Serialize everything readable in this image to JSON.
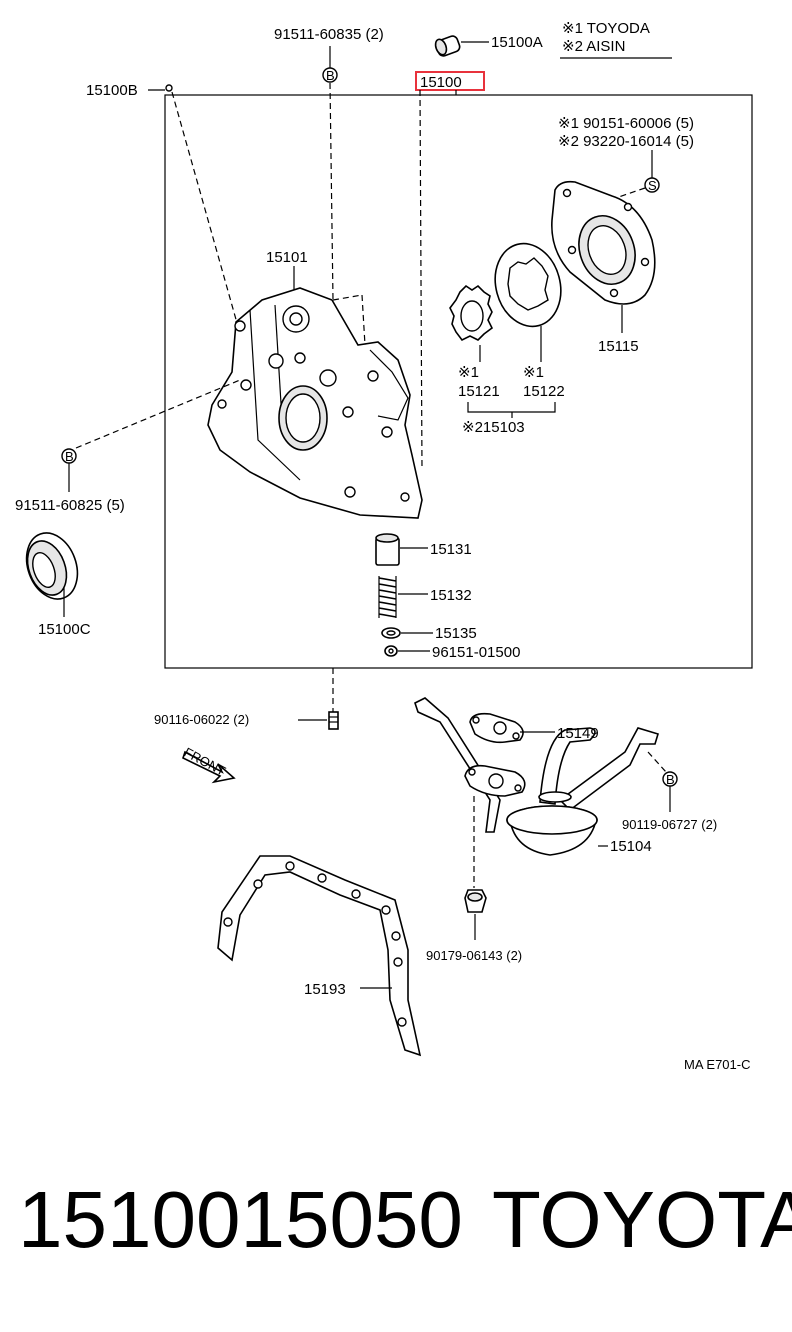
{
  "legend": {
    "line1": "※1 TOYODA",
    "line2": "※2 AISIN"
  },
  "labels": {
    "bolt_top": "91511-60835 (2)",
    "part_15100A": "15100A",
    "part_15100B": "15100B",
    "part_15100_highlight": "15100",
    "bolt_s1": "※1  90151-60006 (5)",
    "bolt_s2": "※2  93220-16014 (5)",
    "part_15101": "15101",
    "part_15115": "15115",
    "mark_15121": "※1",
    "part_15121": "15121",
    "mark_15122": "※1",
    "part_15122": "15122",
    "part_15103": "※215103",
    "bolt_left": "91511-60825 (5)",
    "part_15100C": "15100C",
    "part_15131": "15131",
    "part_15132": "15132",
    "part_15135": "15135",
    "part_96151": "96151-01500",
    "bolt_90116": "90116-06022 (2)",
    "front": "FRONT",
    "part_15149": "15149",
    "bolt_90119": "90119-06727 (2)",
    "part_15104": "15104",
    "nut_90179": "90179-06143 (2)",
    "part_15193": "15193",
    "code": "MA E701-C",
    "callout_b": "B",
    "callout_s": "S"
  },
  "colors": {
    "highlight": "#e8323c",
    "ink": "#000000",
    "background": "#ffffff"
  },
  "bottom": {
    "part_number": "1510015050",
    "brand": "TOYOTA"
  }
}
